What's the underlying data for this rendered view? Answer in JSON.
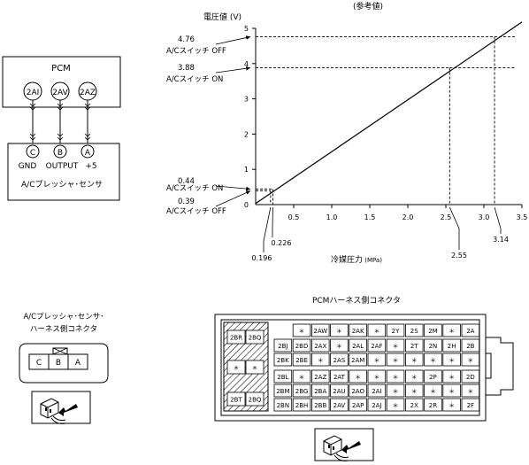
{
  "chart_data": {
    "type": "line",
    "header": "(参考値)",
    "ylabel": "電圧値 (V)",
    "xlabel_main": "冷媒圧力",
    "xlabel_unit": " (MPa)",
    "xlim": [
      0,
      3.5
    ],
    "ylim": [
      0,
      5
    ],
    "xticks": [
      0.5,
      1.0,
      1.5,
      2.0,
      2.5,
      3.0,
      3.5
    ],
    "xtick_labels": [
      "0.5",
      "1.0",
      "1.5",
      "2.0",
      "2.5",
      "3.0",
      "3.5"
    ],
    "yticks": [
      0,
      1,
      2,
      3,
      4,
      5
    ],
    "ytick_labels": [
      "0",
      "1",
      "2",
      "3",
      "4",
      "5"
    ],
    "series": [
      {
        "x": [
          0.0,
          3.5
        ],
        "y": [
          0.03,
          5.18
        ]
      }
    ],
    "markers": [
      {
        "x": 0.196,
        "y": 0.39,
        "xlabel": "0.196",
        "vlabel": "0.39",
        "state": "A/Cスイッチ OFF"
      },
      {
        "x": 0.226,
        "y": 0.44,
        "xlabel": "0.226",
        "vlabel": "0.44",
        "state": "A/Cスイッチ ON"
      },
      {
        "x": 2.55,
        "y": 3.88,
        "xlabel": "2.55",
        "vlabel": "3.88",
        "state": "A/Cスイッチ ON"
      },
      {
        "x": 3.14,
        "y": 4.76,
        "xlabel": "3.14",
        "vlabel": "4.76",
        "state": "A/Cスイッチ OFF"
      }
    ]
  },
  "pcm": {
    "title": "PCM",
    "pins": [
      "2AI",
      "2AV",
      "2AZ"
    ]
  },
  "sensor": {
    "pins": [
      "C",
      "B",
      "A"
    ],
    "pin_labels": [
      "GND",
      "OUTPUT",
      "+5"
    ],
    "name": "A/Cプレッシャ･センサ"
  },
  "sensor_connector": {
    "title_line1": "A/Cプレッシャ･センサ･",
    "title_line2": "ハーネス側コネクタ",
    "pins": [
      "C",
      "B",
      "A"
    ]
  },
  "pcm_connector": {
    "title": "PCMハーネス側コネクタ",
    "left_block": {
      "top": [
        "2BR",
        "2BQ"
      ],
      "middle": [
        "＊",
        "＊"
      ],
      "bottom": [
        "2BT",
        "2BQ"
      ]
    },
    "rows": [
      [
        "＊",
        "2AW",
        "＊",
        "2AK",
        "＊",
        "2Y",
        "2S",
        "2M",
        "＊",
        "2A"
      ],
      [
        "2BJ",
        "2BD",
        "2AX",
        "＊",
        "2AL",
        "2AF",
        "＊",
        "2T",
        "2N",
        "2H",
        "2B"
      ],
      [
        "2BK",
        "2BE",
        "＊",
        "2AS",
        "2AM",
        "＊",
        "＊",
        "＊",
        "＊",
        "＊",
        "＊"
      ],
      [
        "2BL",
        "＊",
        "2AZ",
        "2AT",
        "＊",
        "＊",
        "＊",
        "＊",
        "2P",
        "＊",
        "2D"
      ],
      [
        "2BM",
        "2BG",
        "2BA",
        "2AU",
        "2AO",
        "2AI",
        "＊",
        "＊",
        "＊",
        "＊",
        "＊"
      ],
      [
        "2BN",
        "2BH",
        "2BB",
        "2AV",
        "2AP",
        "2AJ",
        "＊",
        "2X",
        "2R",
        "＊",
        "2F"
      ]
    ]
  }
}
